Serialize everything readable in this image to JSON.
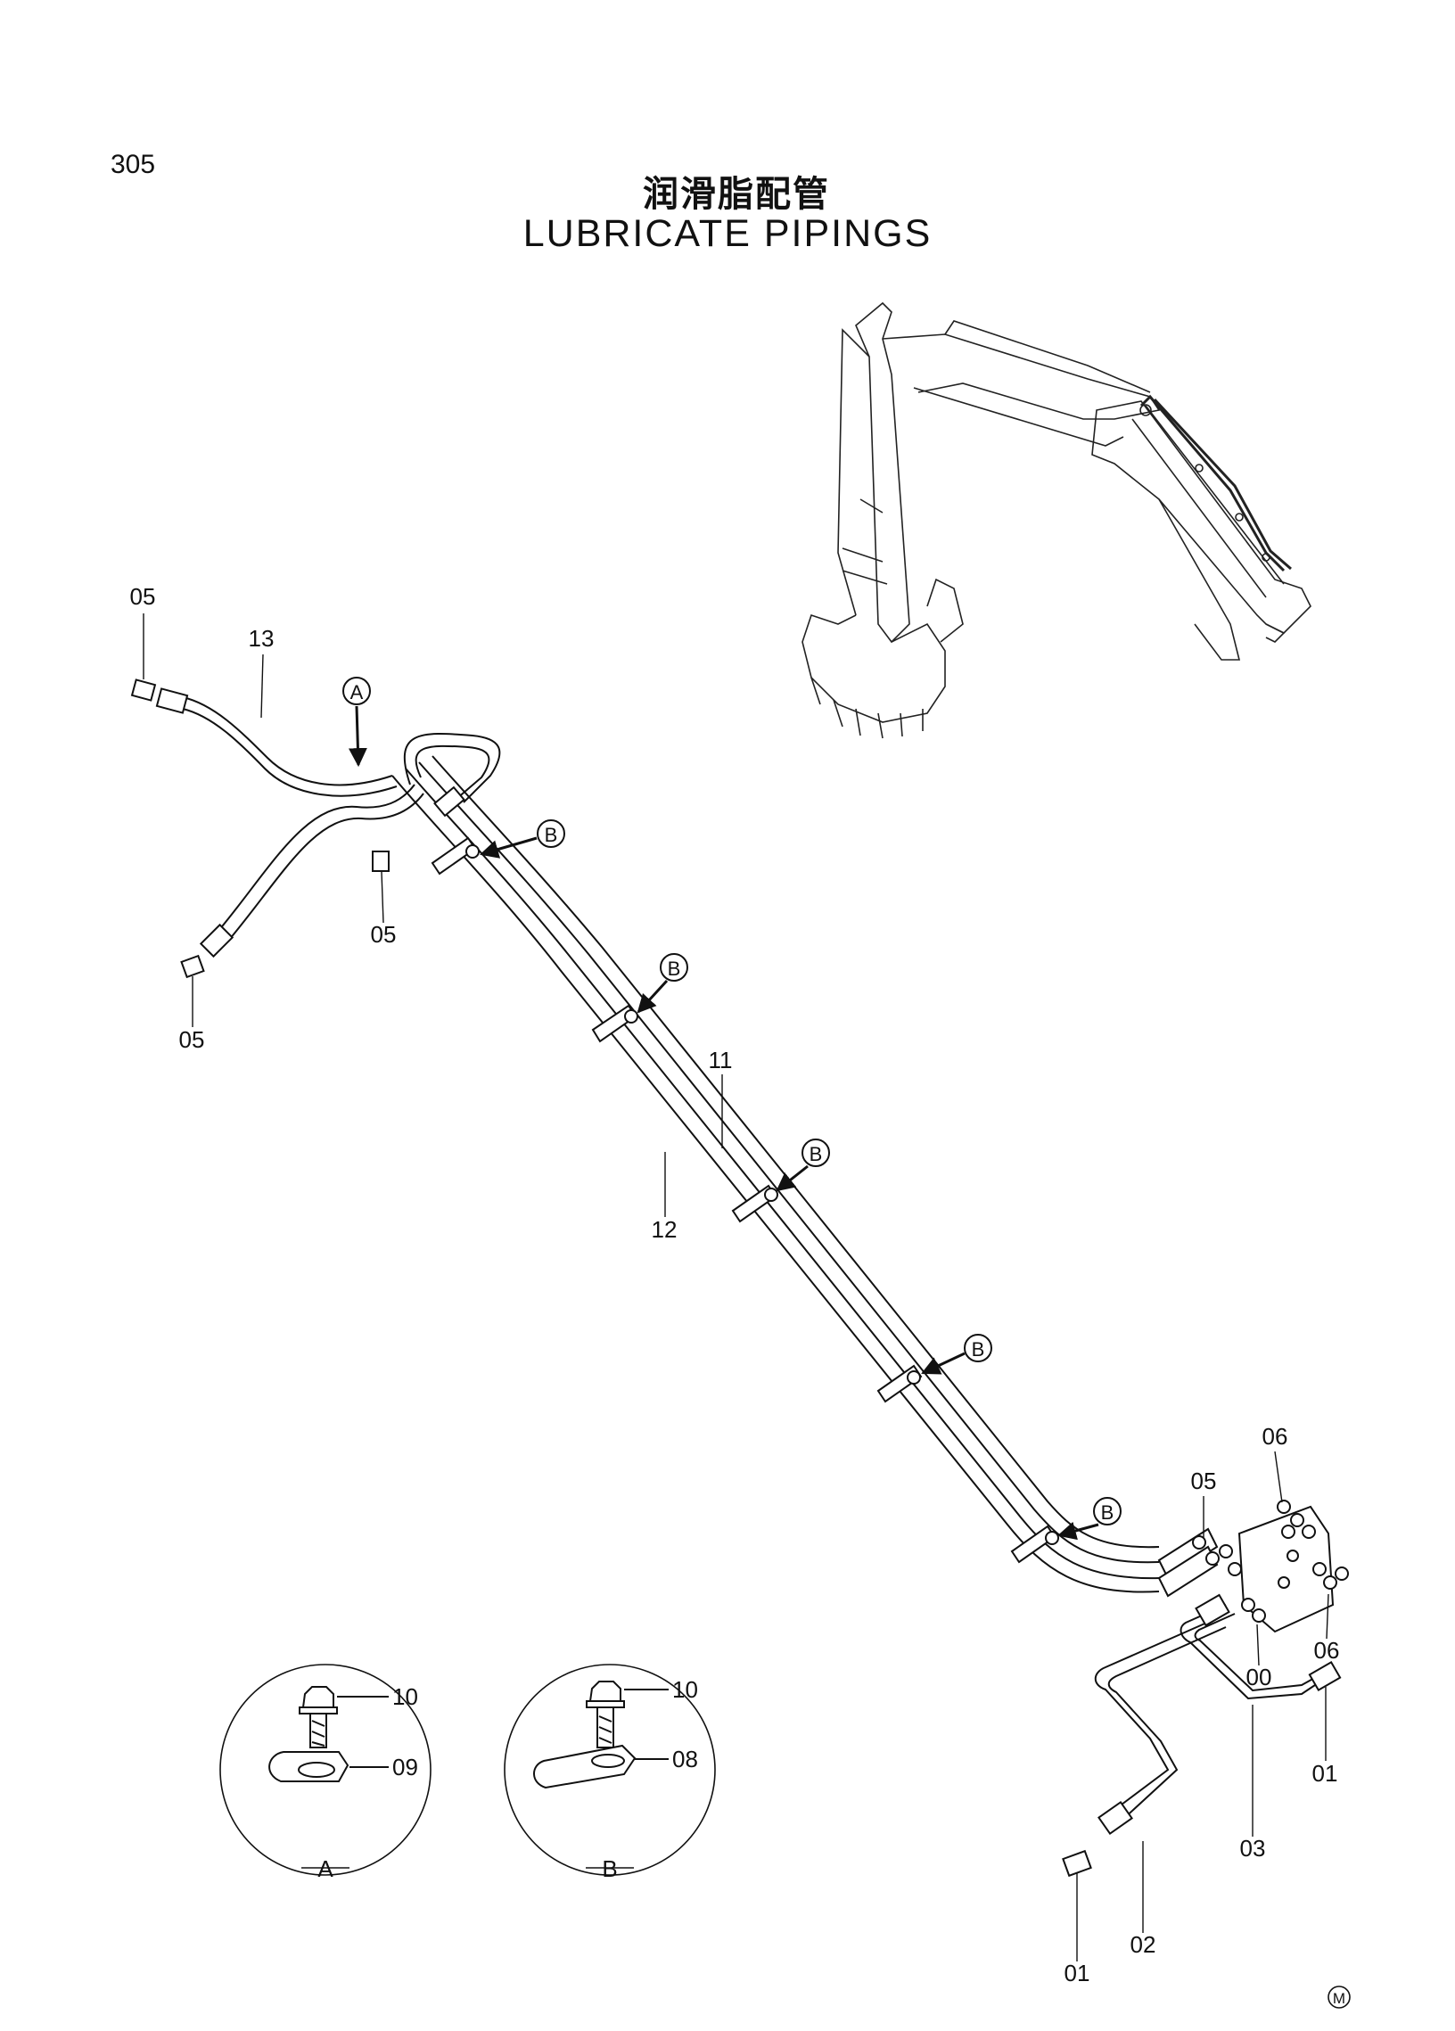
{
  "page": {
    "number": "305"
  },
  "title": {
    "chinese": "润滑脂配管",
    "english": "LUBRICATE PIPINGS"
  },
  "callouts": {
    "view_a": "A",
    "view_b": "B"
  },
  "part_labels": {
    "p05_top": "05",
    "p13": "13",
    "p05_mid": "05",
    "p05_left": "05",
    "p11": "11",
    "p12": "12",
    "p06_top": "06",
    "p05_right": "05",
    "p06_right": "06",
    "p00": "00",
    "p01_right": "01",
    "p03": "03",
    "p02": "02",
    "p01_bottom": "01",
    "p10_a": "10",
    "p09": "09",
    "p10_b": "10",
    "p08": "08"
  },
  "detail_views": {
    "a_label": "A",
    "b_label": "B"
  },
  "corner_mark": "M"
}
